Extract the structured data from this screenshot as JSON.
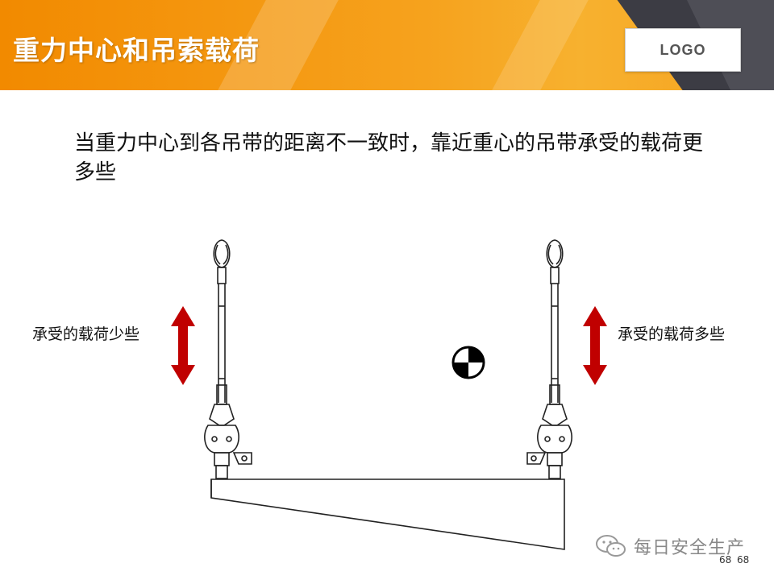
{
  "slide": {
    "title": "重力中心和吊索载荷",
    "logo": "LOGO",
    "description": "当重力中心到各吊带的距离不一致时，靠近重心的吊带承受的载荷更多些",
    "left_label": "承受的载荷少些",
    "right_label": "承受的载荷多些",
    "watermark": "每日安全生产",
    "page_number": "68",
    "page_number_repeat": "68"
  },
  "colors": {
    "header_orange": "#f39a10",
    "header_dark": "#3c3c44",
    "arrow_red": "#c00000"
  },
  "icons": [
    "center-of-gravity-icon",
    "up-down-arrow-icon",
    "wechat-icon",
    "sling-icon"
  ]
}
